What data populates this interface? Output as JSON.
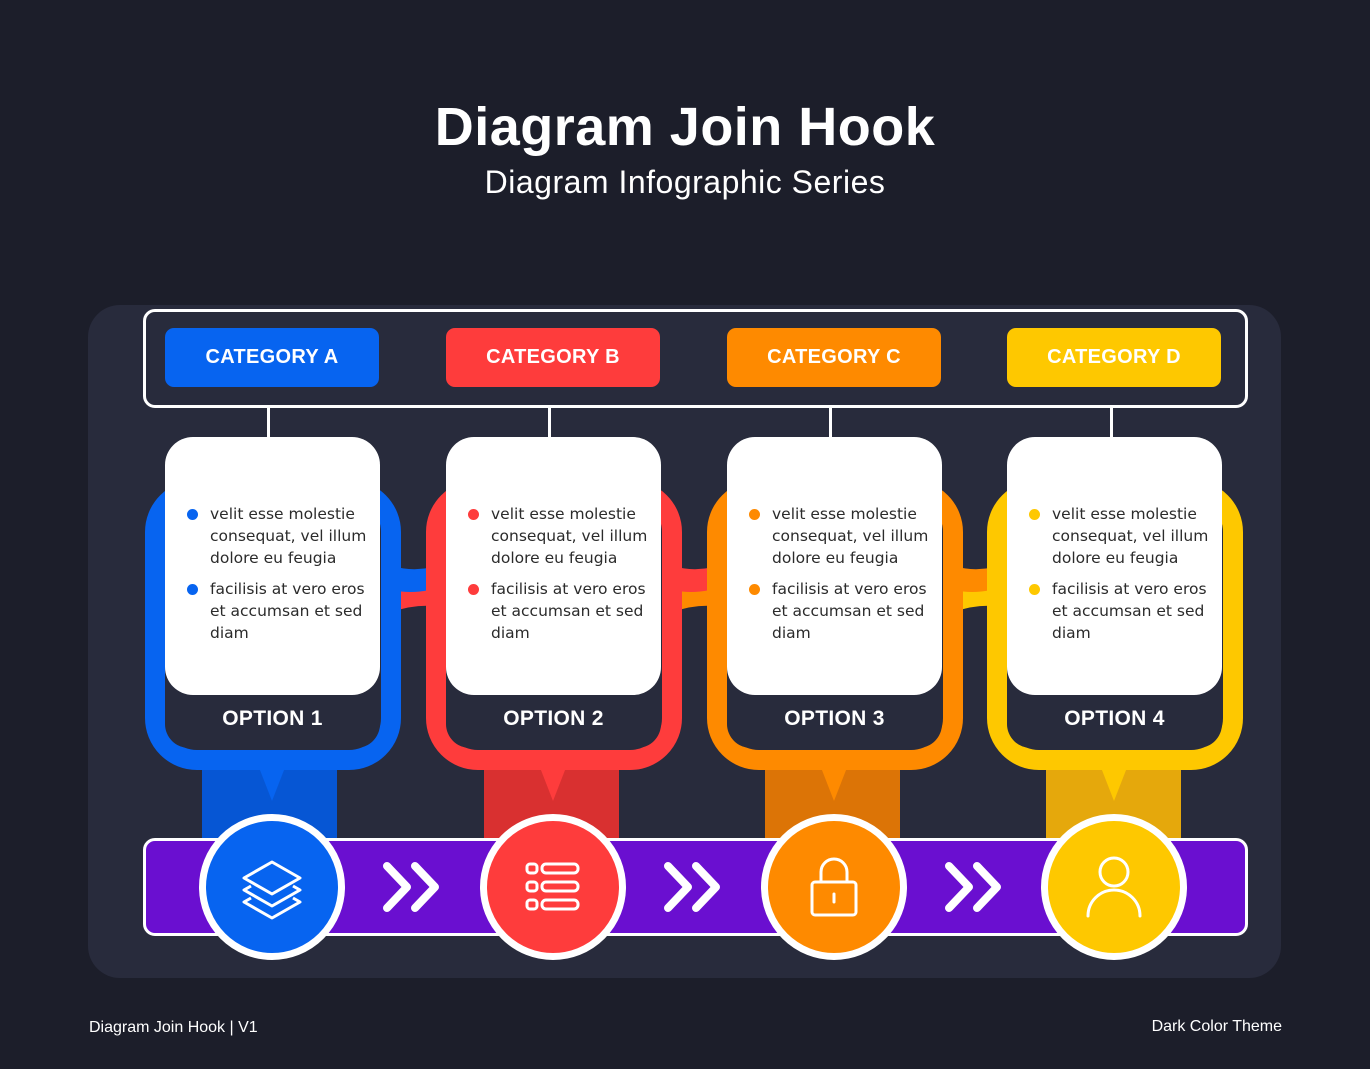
{
  "header": {
    "title": "Diagram Join Hook",
    "subtitle": "Diagram Infographic Series"
  },
  "colors": {
    "background": "#1c1e2a",
    "panel": "#282b3c",
    "bar": "#6a0fd0",
    "blue": "#0764f0",
    "red": "#fe3c3c",
    "orange": "#fe8a00",
    "yellow": "#fec800"
  },
  "columns": [
    {
      "category": "CATEGORY A",
      "option": "OPTION 1",
      "color": "#0764f0",
      "stem_color": "#0656d4",
      "icon": "layers-icon",
      "bullets": [
        "velit esse molestie consequat, vel illum dolore eu feugia",
        "facilisis at vero eros et accumsan et sed diam"
      ]
    },
    {
      "category": "CATEGORY B",
      "option": "OPTION 2",
      "color": "#fe3c3c",
      "stem_color": "#d93030",
      "icon": "list-icon",
      "bullets": [
        "velit esse molestie consequat, vel illum dolore eu feugia",
        "facilisis at vero eros et accumsan et sed diam"
      ]
    },
    {
      "category": "CATEGORY C",
      "option": "OPTION 3",
      "color": "#fe8a00",
      "stem_color": "#dc7406",
      "icon": "lock-icon",
      "bullets": [
        "velit esse molestie consequat, vel illum dolore eu feugia",
        "facilisis at vero eros et accumsan et sed diam"
      ]
    },
    {
      "category": "CATEGORY D",
      "option": "OPTION 4",
      "color": "#fec800",
      "stem_color": "#e5a80c",
      "icon": "user-icon",
      "bullets": [
        "velit esse molestie consequat, vel illum dolore eu feugia",
        "facilisis at vero eros et accumsan et sed diam"
      ]
    }
  ],
  "arrows": [
    "chevron-double-right-icon",
    "chevron-double-right-icon",
    "chevron-double-right-icon"
  ],
  "footer": {
    "left": "Diagram Join Hook | V1",
    "right": "Dark Color Theme"
  }
}
